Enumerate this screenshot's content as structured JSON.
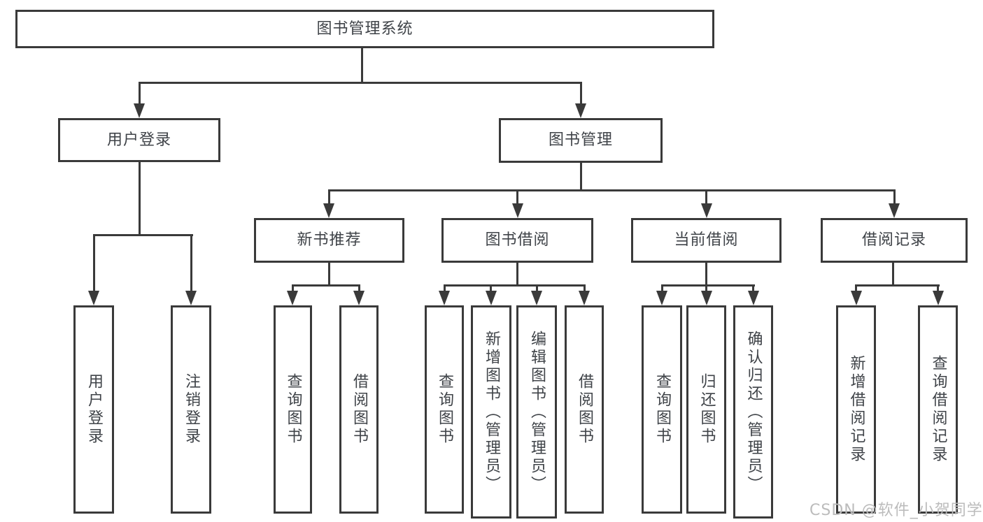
{
  "theme": {
    "line": "#3a3a3a",
    "text": "#3f4348",
    "wm": "#bcbcbc",
    "bg": "#ffffff"
  },
  "watermark": "CSDN @软件_小贺同学",
  "tree": {
    "label": "图书管理系统",
    "children": [
      {
        "label": "用户登录",
        "children": [
          {
            "label": "用户登录"
          },
          {
            "label": "注销登录"
          }
        ]
      },
      {
        "label": "图书管理",
        "children": [
          {
            "label": "新书推荐",
            "children": [
              {
                "label": "查询图书"
              },
              {
                "label": "借阅图书"
              }
            ]
          },
          {
            "label": "图书借阅",
            "children": [
              {
                "label": "查询图书"
              },
              {
                "label": "新增图书（管理员）"
              },
              {
                "label": "编辑图书（管理员）"
              },
              {
                "label": "借阅图书"
              }
            ]
          },
          {
            "label": "当前借阅",
            "children": [
              {
                "label": "查询图书"
              },
              {
                "label": "归还图书"
              },
              {
                "label": "确认归还（管理员）"
              }
            ]
          },
          {
            "label": "借阅记录",
            "children": [
              {
                "label": "新增借阅记录"
              },
              {
                "label": "查询借阅记录"
              }
            ]
          }
        ]
      }
    ]
  }
}
